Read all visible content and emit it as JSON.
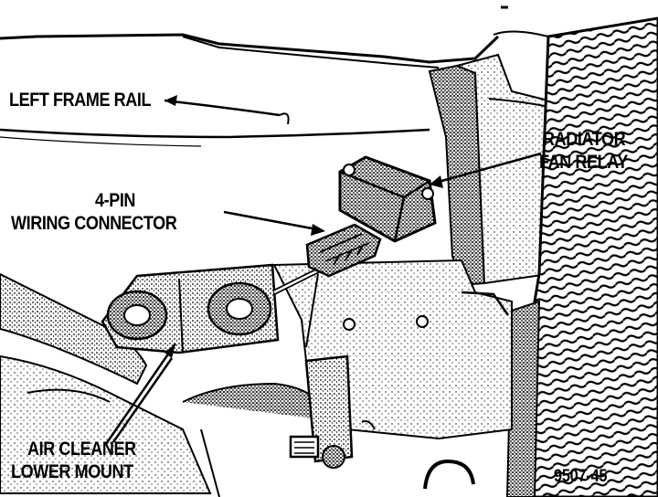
{
  "labels": {
    "left_frame_rail": "LEFT FRAME RAIL",
    "radiator_line1": "RADIATOR",
    "radiator_line2": "FAN RELAY",
    "connector_line1": "4-PIN",
    "connector_line2": "WIRING CONNECTOR",
    "air_cleaner_line1": "AIR CLEANER",
    "air_cleaner_line2": "LOWER MOUNT"
  },
  "figure_number": "9507-45"
}
